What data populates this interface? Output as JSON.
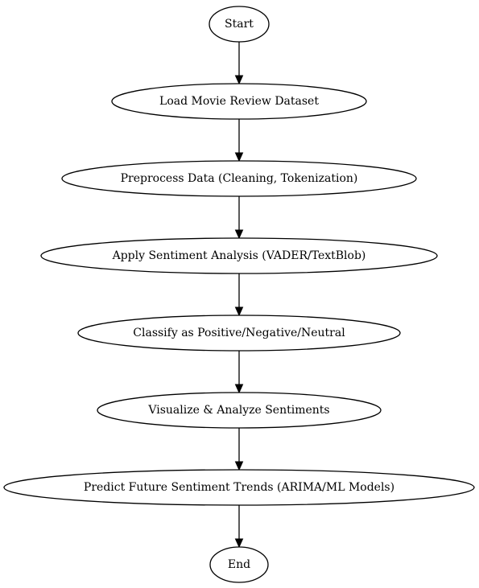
{
  "flowchart": {
    "nodes": [
      {
        "id": "start",
        "label": "Start"
      },
      {
        "id": "load",
        "label": "Load Movie Review Dataset"
      },
      {
        "id": "preprocess",
        "label": "Preprocess Data (Cleaning, Tokenization)"
      },
      {
        "id": "sentiment",
        "label": "Apply Sentiment Analysis (VADER/TextBlob)"
      },
      {
        "id": "classify",
        "label": "Classify as Positive/Negative/Neutral"
      },
      {
        "id": "visualize",
        "label": "Visualize & Analyze Sentiments"
      },
      {
        "id": "predict",
        "label": "Predict Future Sentiment Trends (ARIMA/ML Models)"
      },
      {
        "id": "end",
        "label": "End"
      }
    ],
    "edges": [
      {
        "from": "start",
        "to": "load"
      },
      {
        "from": "load",
        "to": "preprocess"
      },
      {
        "from": "preprocess",
        "to": "sentiment"
      },
      {
        "from": "sentiment",
        "to": "classify"
      },
      {
        "from": "classify",
        "to": "visualize"
      },
      {
        "from": "visualize",
        "to": "predict"
      },
      {
        "from": "predict",
        "to": "end"
      }
    ]
  }
}
